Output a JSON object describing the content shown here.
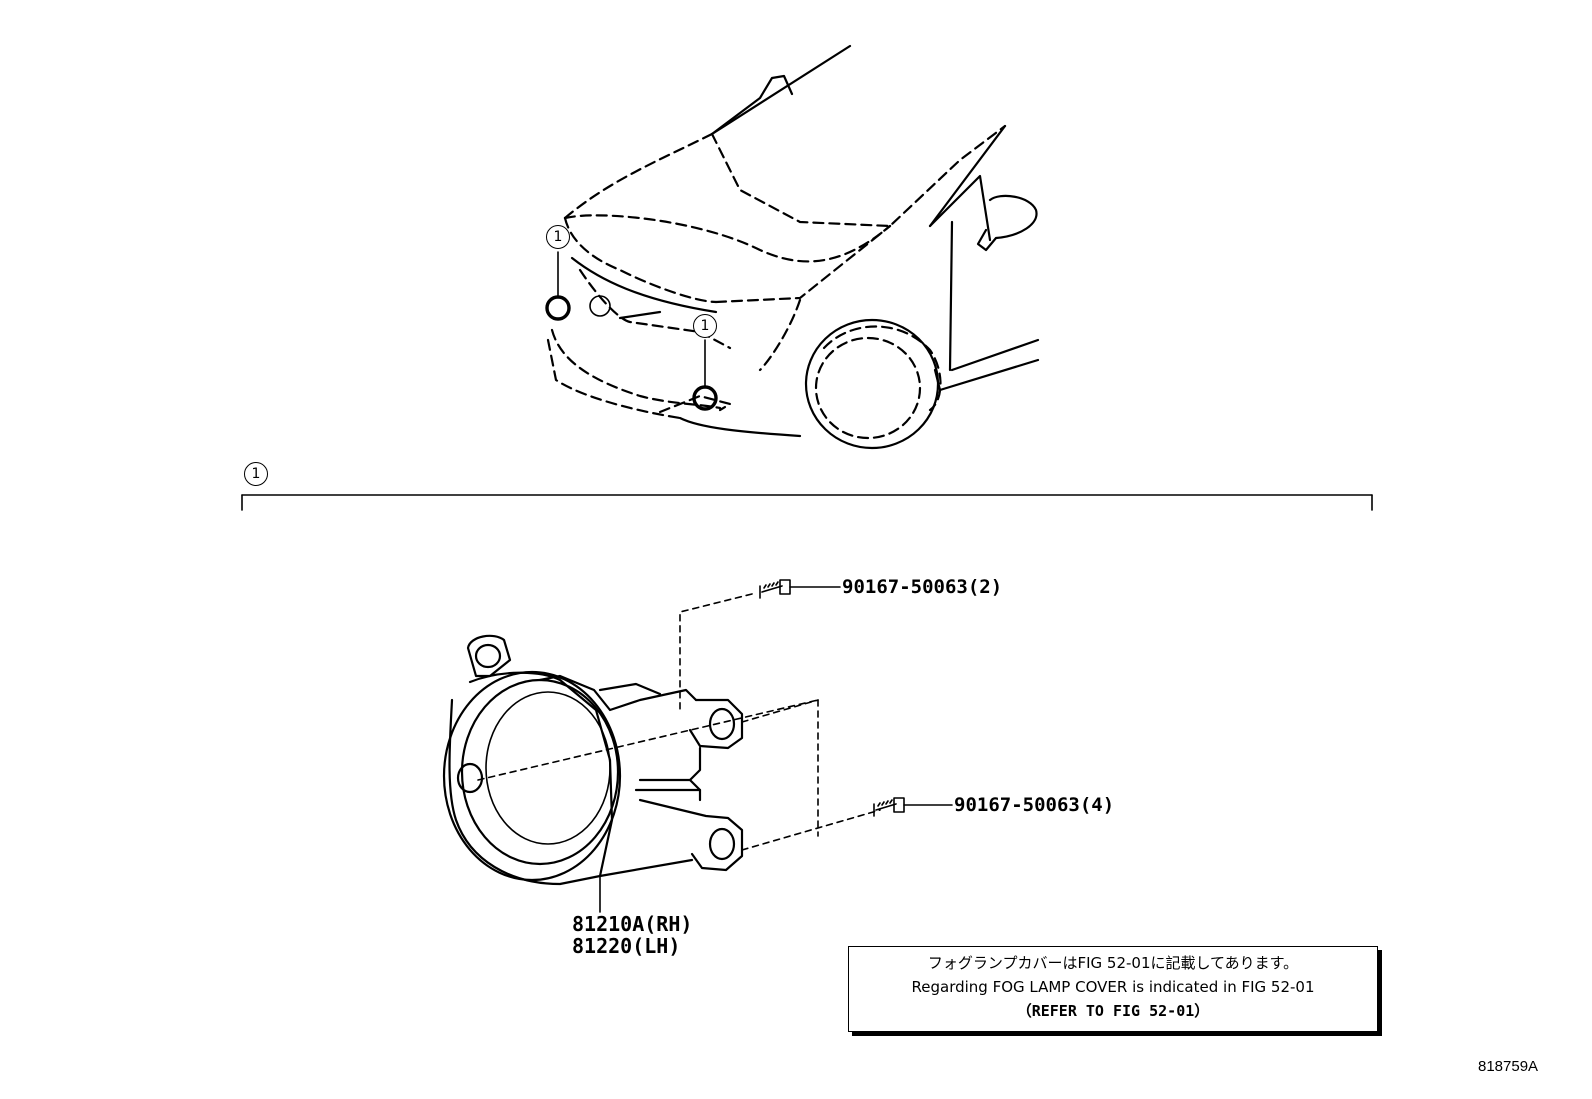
{
  "callout_marker": "1",
  "section_marker": "1",
  "parts": {
    "bolt_top": "90167-50063(2)",
    "bolt_bottom": "90167-50063(4)",
    "fog_lamp_rh": "81210A(RH)",
    "fog_lamp_lh": "81220(LH)"
  },
  "note": {
    "line_jp": "フォグランプカバーはFIG 52-01に記載してあります。",
    "line_en": "Regarding FOG LAMP COVER is indicated in FIG 52-01",
    "line_ref": "（REFER TO FIG 52-01）"
  },
  "illustration_id": "818759A"
}
